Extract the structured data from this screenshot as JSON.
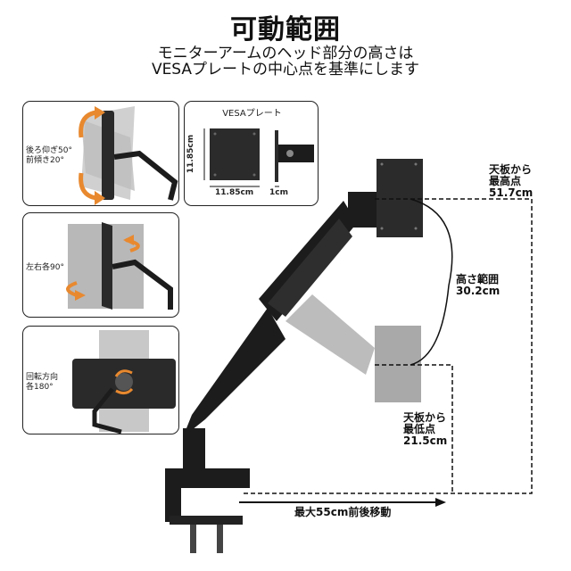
{
  "header": {
    "title": "可動範囲",
    "subtitle_line1": "モニターアームのヘッド部分の高さは",
    "subtitle_line2": "VESAプレートの中心点を基準にします"
  },
  "panels": {
    "tilt": {
      "label_line1": "後ろ仰ぎ50°",
      "label_line2": "前傾き20°"
    },
    "vesa": {
      "title": "VESAプレート",
      "height": "11.85cm",
      "width": "11.85cm",
      "depth": "1cm"
    },
    "swivel": {
      "label": "左右各90°"
    },
    "rotate": {
      "label_line1": "回転方向",
      "label_line2": "各180°"
    }
  },
  "annotations": {
    "max_line1": "天板から",
    "max_line2": "最高点",
    "max_value": "51.7cm",
    "range_line1": "高さ範囲",
    "range_value": "30.2cm",
    "min_line1": "天板から",
    "min_line2": "最低点",
    "min_value": "21.5cm",
    "reach": "最大55cm前後移動"
  },
  "colors": {
    "arrow": "#e8892f",
    "arm": "#1c1c1c",
    "ghost": "#b5b5b5"
  }
}
